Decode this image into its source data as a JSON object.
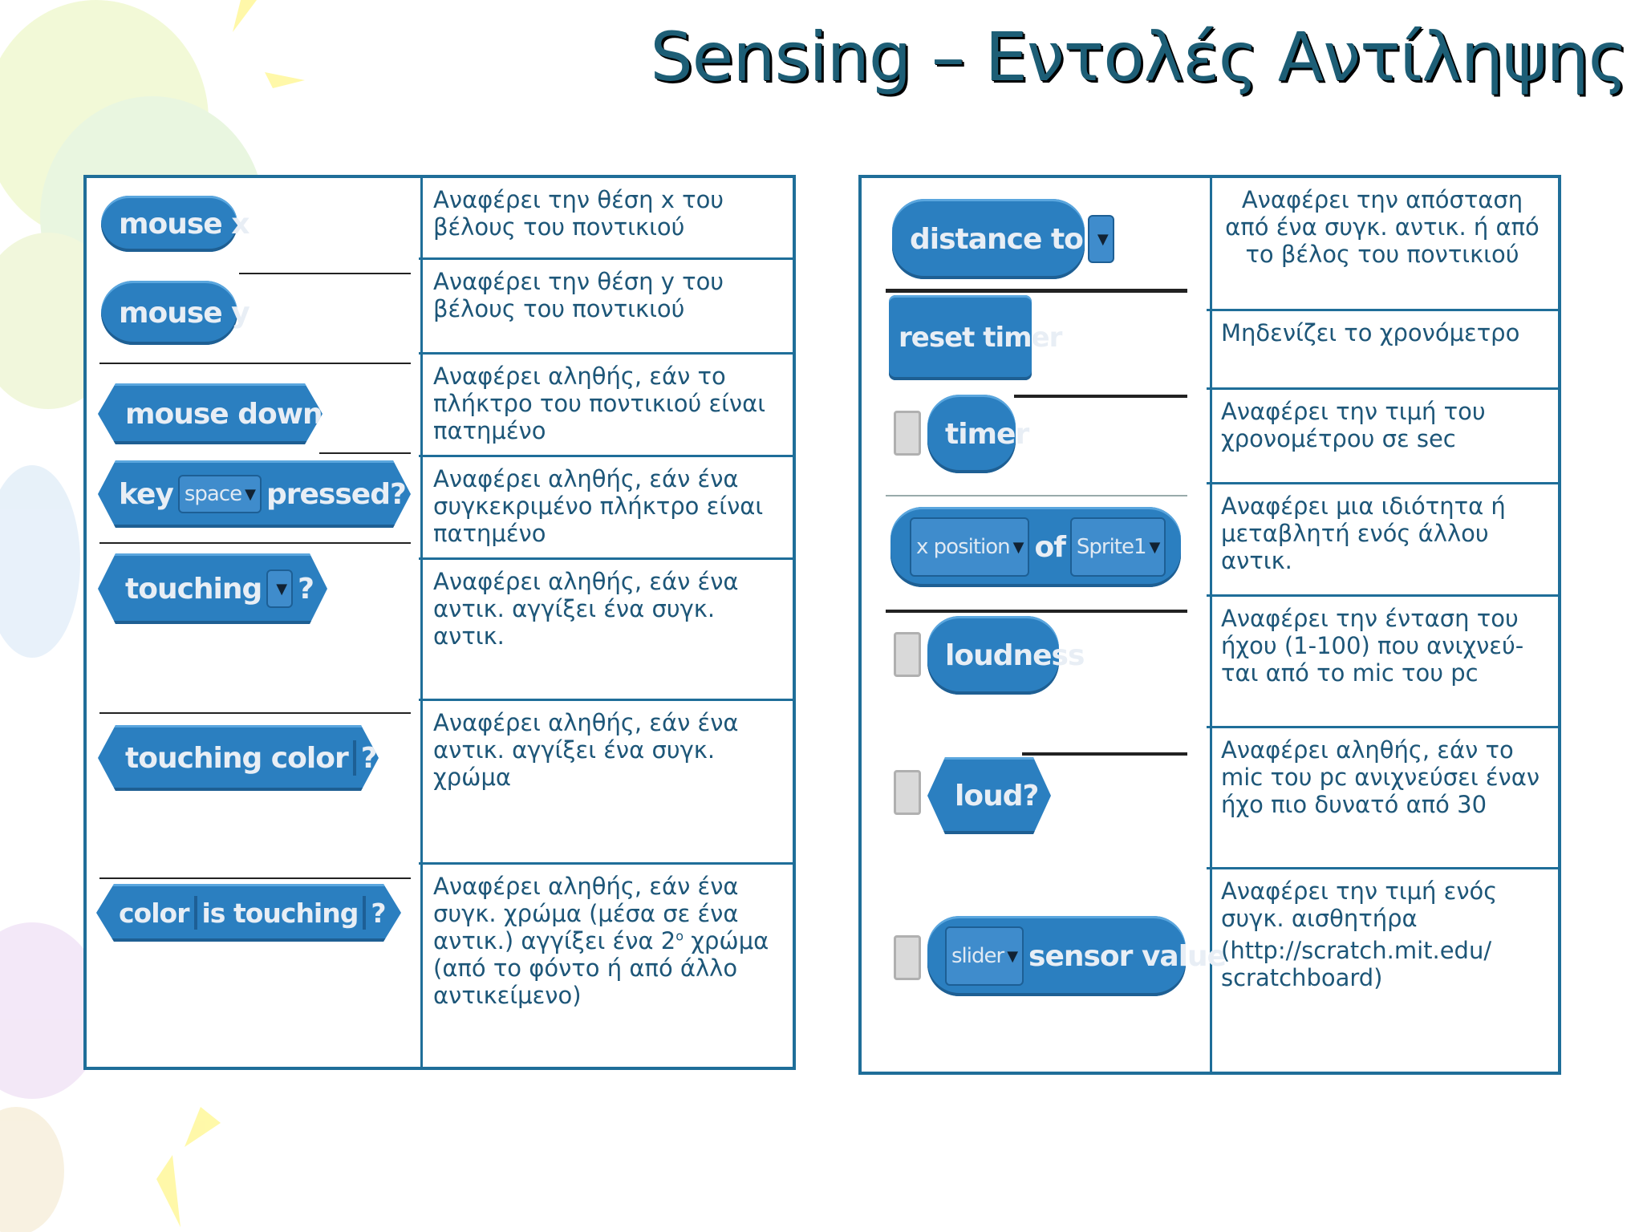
{
  "title": "Sensing – Εντολές Αντίληψης",
  "left": {
    "blocks": {
      "mouse_x": "mouse x",
      "mouse_y": "mouse y",
      "mouse_down": "mouse down?",
      "key_pre": "key",
      "key_option": "space",
      "key_post": "pressed?",
      "touching": "touching",
      "touching_q": "?",
      "touching_color": "touching color",
      "touching_color_q": "?",
      "color_pre": "color",
      "color_mid": "is touching",
      "color_q": "?"
    },
    "descriptions": [
      "Αναφέρει την θέση x του βέλους του ποντικιού",
      "Αναφέρει την θέση y του βέλους του ποντικιού",
      "Αναφέρει αληθής, εάν το πλήκτρο του ποντικιού είναι πατημένο",
      "Αναφέρει αληθής, εάν ένα συγκεκριμένο πλήκτρο είναι πατημένο",
      "Αναφέρει αληθής, εάν ένα αντικ. αγγίξει ένα συγκ. αντικ.",
      "Αναφέρει αληθής, εάν ένα αντικ. αγγίξει ένα συγκ. χρώμα"
    ],
    "last_description": {
      "part1": "Αναφέρει αληθής, εάν ένα συγκ. χρώμα (μέσα σε ένα αντικ.) αγγίξει ένα 2",
      "sup": "ο",
      "part2": " χρώμα (από το φόντο ή από άλλο αντικείμενο)"
    }
  },
  "right": {
    "blocks": {
      "distance_to": "distance to",
      "reset_timer": "reset timer",
      "timer": "timer",
      "attr_option": "x position",
      "of": "of",
      "sprite_option": "Sprite1",
      "loudness": "loudness",
      "loud": "loud?",
      "slider_option": "slider",
      "sensor_value": "sensor value"
    },
    "descriptions": [
      "Αναφέρει την απόσταση από ένα συγκ. αντικ. ή από το βέλος του ποντικιού",
      "Μηδενίζει το χρονόμετρο",
      "Αναφέρει την τιμή του χρονομέτρου σε sec",
      "Αναφέρει μια ιδιότητα ή μεταβλητή ενός άλλου αντικ.",
      "Αναφέρει την ένταση του ήχου (1-100) που ανιχνεύ-ται από το mic του pc",
      "Αναφέρει αληθής, εάν το mic του pc ανιχνεύσει έναν ήχο πιο δυνατό από 30",
      "Αναφέρει την τιμή ενός συγκ. αισθητήρα"
    ],
    "url_line1": "(http://scratch.mit.edu/",
    "url_line2": "scratchboard)"
  },
  "colors": {
    "block": "#2b7fc0",
    "table_border": "#1f6e99",
    "text": "#1d5678",
    "title": "#1d5e76",
    "color_swatch_purple": "#2a2a8a",
    "color_swatch_green": "#3cbf3c",
    "color_swatch_tan": "#b8a86a"
  }
}
